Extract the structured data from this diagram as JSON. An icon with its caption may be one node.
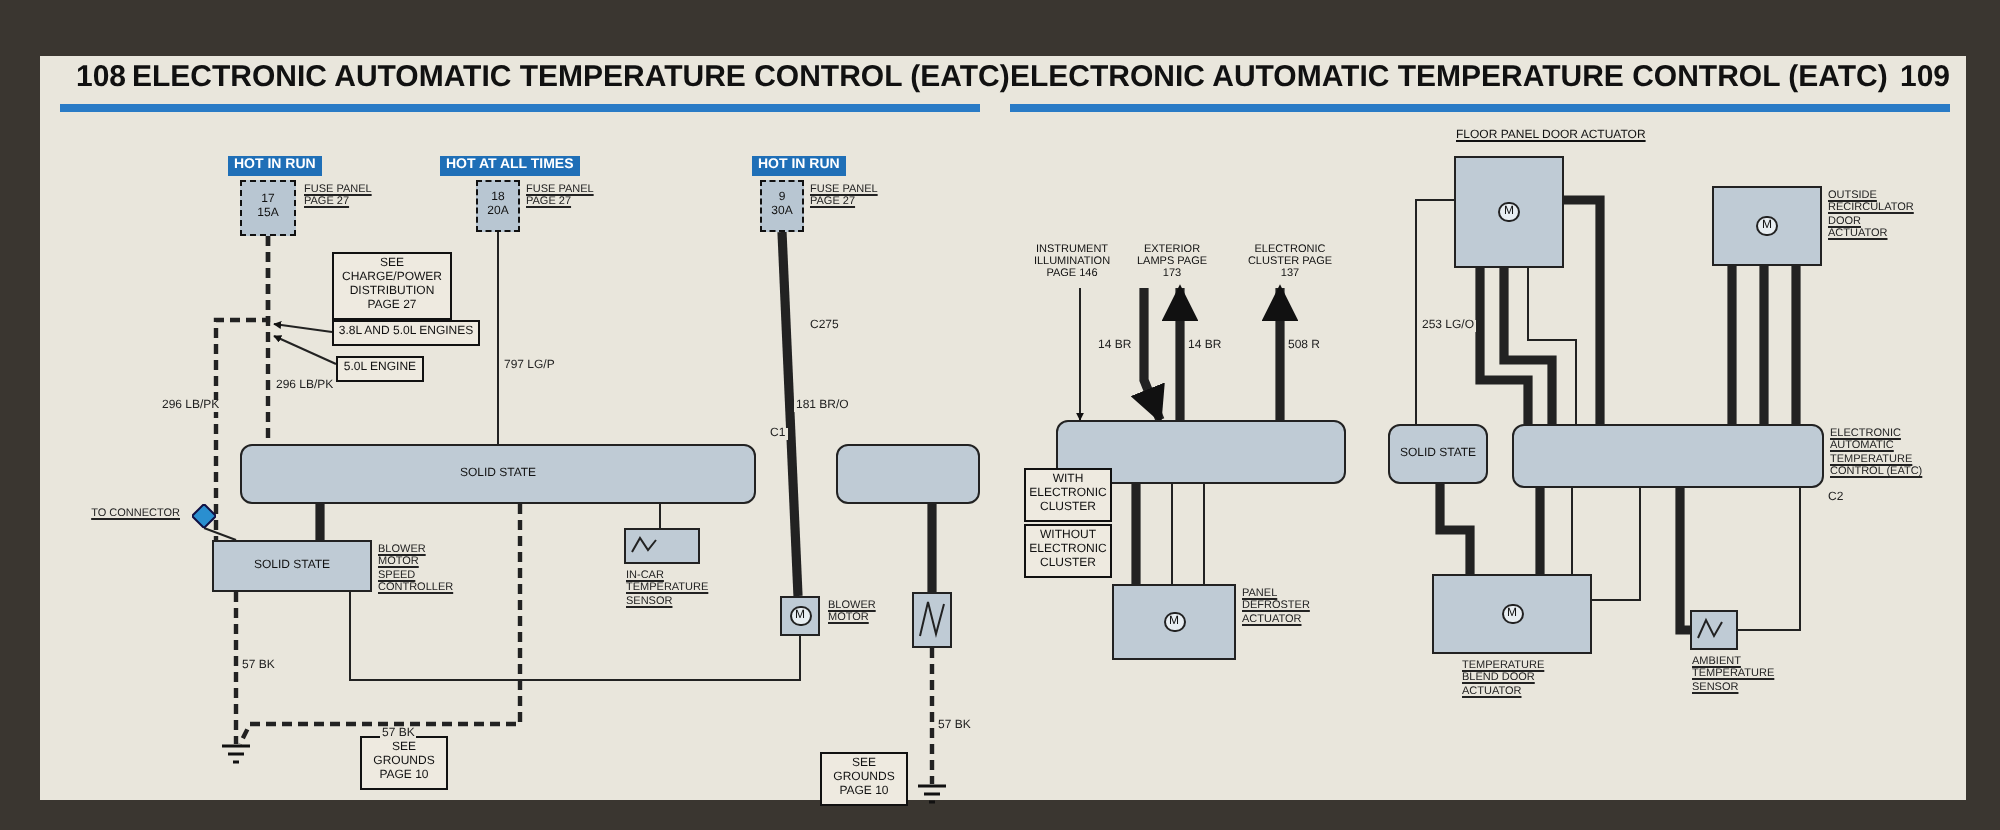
{
  "diagram": {
    "title": "ELECTRONIC AUTOMATIC TEMPERATURE CONTROL (EATC)",
    "nodes": [
      {
        "text": [
          "HOT IN RUN"
        ]
      },
      {
        "text": [
          "17",
          "15A"
        ],
        "beside": [
          "FUSE PANEL PAGE 27"
        ]
      },
      {
        "text": [
          "HOT AT ALL TIMES"
        ]
      },
      {
        "text": [
          "18",
          "20A"
        ],
        "beside": [
          "FUSE PANEL PAGE 27"
        ]
      },
      {
        "text": [
          "HOT IN RUN"
        ]
      },
      {
        "text": [
          "9",
          "30A"
        ],
        "beside": [
          "FUSE PANEL PAGE 27"
        ]
      },
      {
        "text": [
          "SEE CHARGE/POWER DISTRIBUTION PAGE 27"
        ]
      },
      {
        "text": [
          "3.8L AND 5.0L ENGINES"
        ]
      },
      {
        "text": [
          "5.0L ENGINE"
        ]
      },
      {
        "text": [
          "SOLID STATE"
        ]
      },
      {
        "text": [],
        "shape": "diamond",
        "beside": [
          "TO CONNECTOR"
        ]
      },
      {
        "text": [
          "SOLID STATE"
        ],
        "beside": [
          "BLOWER MOTOR SPEED CONTROLLER"
        ]
      },
      {
        "text": [],
        "shape": "box",
        "beside": [
          "IN-CAR TEMPERATURE SENSOR"
        ]
      },
      {
        "text": [
          "M"
        ],
        "beside": [
          "BLOWER MOTOR"
        ]
      },
      {
        "text": [],
        "shape": "bar"
      },
      {
        "text": [],
        "shape": "box"
      },
      {
        "text": [],
        "shape": "ground"
      },
      {
        "text": [],
        "shape": "ground"
      },
      {
        "text": [
          "SEE GROUNDS PAGE 10"
        ]
      },
      {
        "text": [
          "SEE GROUNDS PAGE 10"
        ]
      },
      {
        "text": [],
        "shape": "bar"
      },
      {
        "text": [
          "WITH ELECTRONIC CLUSTER"
        ]
      },
      {
        "text": [
          "WITHOUT ELECTRONIC CLUSTER"
        ]
      },
      {
        "text": [
          "M"
        ],
        "beside": [
          "PANEL DEFROSTER ACTUATOR"
        ]
      },
      {
        "text": [
          "INSTRUMENT ILLUMINATION PAGE 146"
        ]
      },
      {
        "text": [
          "EXTERIOR LAMPS PAGE 173"
        ]
      },
      {
        "text": [
          "ELECTRONIC CLUSTER PAGE 137"
        ]
      },
      {
        "text": [
          "FLOOR PANEL DOOR ACTUATOR",
          "M"
        ]
      },
      {
        "text": [
          "M"
        ],
        "beside": [
          "OUTSIDE RECIRCULATOR DOOR ACTUATOR"
        ]
      },
      {
        "text": [
          "SOLID STATE"
        ]
      },
      {
        "text": [],
        "shape": "bar",
        "beside": [
          "ELECTRONIC AUTOMATIC TEMPERATURE CONTROL (EATC)"
        ]
      },
      {
        "text": [
          "M"
        ],
        "beside": [
          "TEMPERATURE BLEND DOOR ACTUATOR"
        ]
      },
      {
        "text": [],
        "shape": "box",
        "beside": [
          "AMBIENT TEMPERATURE SENSOR"
        ]
      }
    ],
    "edges": [
      {
        "from": 1,
        "to": 9,
        "arrow": "none",
        "label": "296 LB/PK",
        "style": "dashed"
      },
      {
        "from": 3,
        "to": 9,
        "arrow": "none",
        "label": "797 LG/P"
      },
      {
        "from": 5,
        "to": 13,
        "arrow": "none",
        "label": "181 BR/O",
        "style": "thick"
      },
      {
        "from": 1,
        "to": 11,
        "arrow": "none",
        "label": "296 LB/PK",
        "style": "dashed"
      },
      {
        "from": 9,
        "to": 11,
        "arrow": "none",
        "style": "thick"
      },
      {
        "from": 10,
        "to": 11,
        "arrow": "none"
      },
      {
        "from": 9,
        "to": 12,
        "arrow": "none"
      },
      {
        "from": 11,
        "to": 13,
        "arrow": "none"
      },
      {
        "from": 11,
        "to": 16,
        "arrow": "none",
        "label": "57 BK",
        "style": "dashed"
      },
      {
        "from": 9,
        "to": 16,
        "arrow": "none",
        "label": "57 BK",
        "style": "dashed"
      },
      {
        "from": 14,
        "to": 15,
        "arrow": "none",
        "style": "thick"
      },
      {
        "from": 15,
        "to": 17,
        "arrow": "none",
        "label": "57 BK",
        "style": "dashed"
      },
      {
        "from": 7,
        "to": null,
        "arrow": "to"
      },
      {
        "from": 8,
        "to": null,
        "arrow": "to"
      },
      {
        "from": 24,
        "to": 20,
        "arrow": "to"
      },
      {
        "from": 25,
        "to": 20,
        "arrow": "to",
        "label": "14 BR",
        "style": "thick"
      },
      {
        "from": 20,
        "to": 25,
        "arrow": "to",
        "label": "14 BR",
        "style": "thick"
      },
      {
        "from": 20,
        "to": 26,
        "arrow": "to",
        "label": "508 R",
        "style": "thick"
      },
      {
        "from": 20,
        "to": 23,
        "arrow": "none",
        "style": "thick"
      },
      {
        "from": 20,
        "to": 23,
        "arrow": "none"
      },
      {
        "from": 20,
        "to": 23,
        "arrow": "none"
      },
      {
        "from": 27,
        "to": 29,
        "arrow": "none",
        "label": "253 LG/O"
      },
      {
        "from": 27,
        "to": 30,
        "arrow": "none",
        "style": "thick"
      },
      {
        "from": 27,
        "to": 30,
        "arrow": "none",
        "style": "thick"
      },
      {
        "from": 27,
        "to": 30,
        "arrow": "none"
      },
      {
        "from": 27,
        "to": 30,
        "arrow": "none",
        "style": "thick"
      },
      {
        "from": 28,
        "to": 30,
        "arrow": "none",
        "style": "thick"
      },
      {
        "from": 28,
        "to": 30,
        "arrow": "none",
        "style": "thick"
      },
      {
        "from": 28,
        "to": 30,
        "arrow": "none",
        "style": "thick"
      },
      {
        "from": 29,
        "to": 31,
        "arrow": "none",
        "style": "thick"
      },
      {
        "from": 30,
        "to": 31,
        "arrow": "none",
        "style": "thick"
      },
      {
        "from": 30,
        "to": 31,
        "arrow": "none"
      },
      {
        "from": 30,
        "to": 31,
        "arrow": "none"
      },
      {
        "from": 30,
        "to": 32,
        "arrow": "none",
        "style": "thick"
      },
      {
        "from": 30,
        "to": 32,
        "arrow": "none"
      }
    ],
    "labels": [
      "108",
      "ELECTRONIC AUTOMATIC TEMPERATURE CONTROL (EATC)",
      "109",
      "C275",
      "C1",
      "C2"
    ]
  }
}
